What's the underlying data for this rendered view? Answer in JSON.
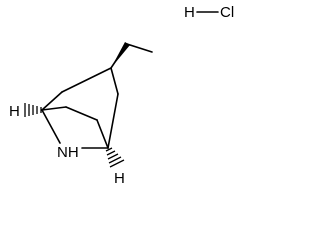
{
  "molecule": {
    "salt": {
      "h_label": "H",
      "cl_label": "Cl"
    },
    "atoms": {
      "amine_label": "NH",
      "bridgehead_h_left": "H",
      "bridgehead_h_right": "H"
    }
  }
}
